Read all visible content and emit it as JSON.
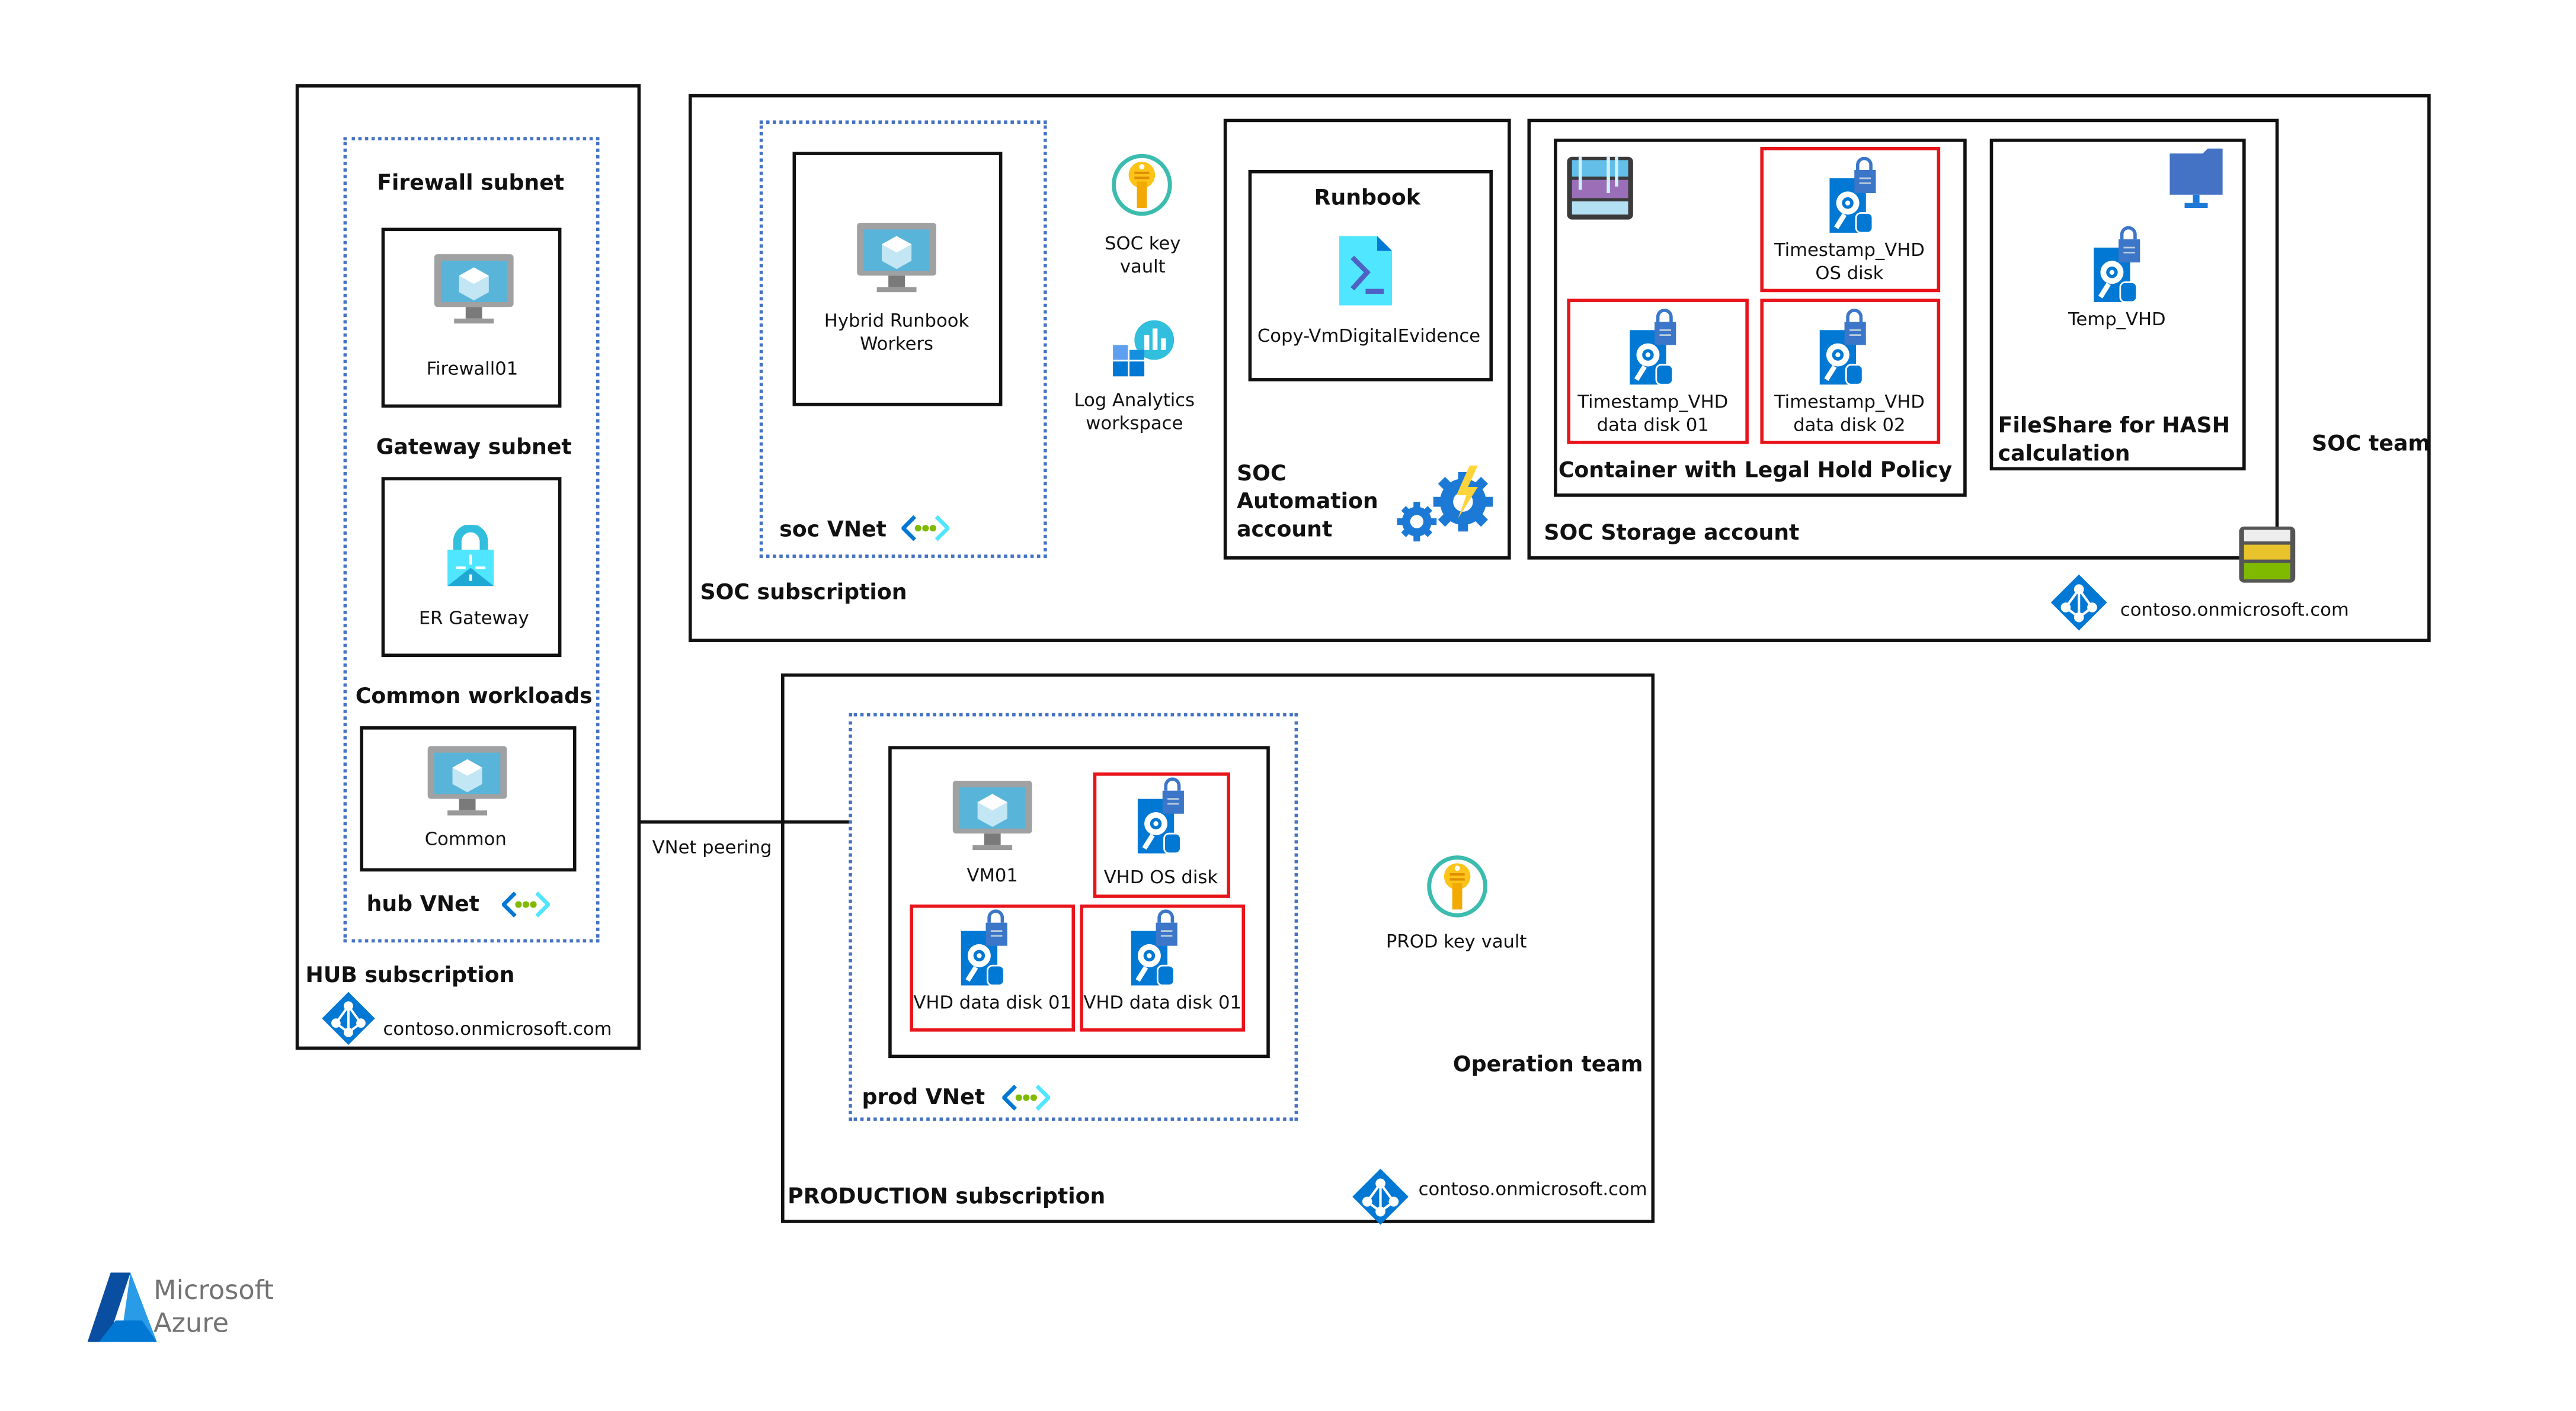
{
  "hub": {
    "subscription_label": "HUB subscription",
    "tenant": "contoso.onmicrosoft.com",
    "vnet_label": "hub VNet",
    "firewall_subnet": {
      "title": "Firewall subnet",
      "resource": "Firewall01",
      "icon": "virtual-machine-icon"
    },
    "gateway_subnet": {
      "title": "Gateway subnet",
      "resource": "ER Gateway",
      "icon": "vpn-gateway-icon"
    },
    "common_workloads": {
      "title": "Common workloads",
      "resource": "Common",
      "icon": "virtual-machine-icon"
    }
  },
  "peering": {
    "label": "VNet peering"
  },
  "soc": {
    "team_label": "SOC team",
    "subscription_label": "SOC subscription",
    "tenant": "contoso.onmicrosoft.com",
    "vnet_label": "soc VNet",
    "hybrid_workers": "Hybrid Runbook Workers",
    "key_vault": "SOC key vault",
    "log_analytics": "Log Analytics workspace",
    "automation": {
      "title": "SOC Automation account",
      "runbook_title": "Runbook",
      "runbook_name": "Copy-VmDigitalEvidence"
    },
    "storage": {
      "title": "SOC Storage account",
      "container_title": "Container with Legal Hold Policy",
      "disks": [
        "Timestamp_VHD OS disk",
        "Timestamp_VHD data disk 01",
        "Timestamp_VHD data disk 02"
      ],
      "fileshare_title": "FileShare for HASH calculation",
      "fileshare_disk": "Temp_VHD"
    }
  },
  "prod": {
    "team_label": "Operation team",
    "subscription_label": "PRODUCTION subscription",
    "tenant": "contoso.onmicrosoft.com",
    "vnet_label": "prod VNet",
    "vm": "VM01",
    "disks": [
      "VHD OS disk",
      "VHD data disk 01",
      "VHD data disk 01"
    ],
    "key_vault": "PROD key vault"
  },
  "logo": {
    "line1": "Microsoft",
    "line2": "Azure"
  },
  "colors": {
    "border": "#111111",
    "vnet_dotted": "#4472c4",
    "highlight": "#e8141a",
    "azure_blue": "#0078d4"
  }
}
